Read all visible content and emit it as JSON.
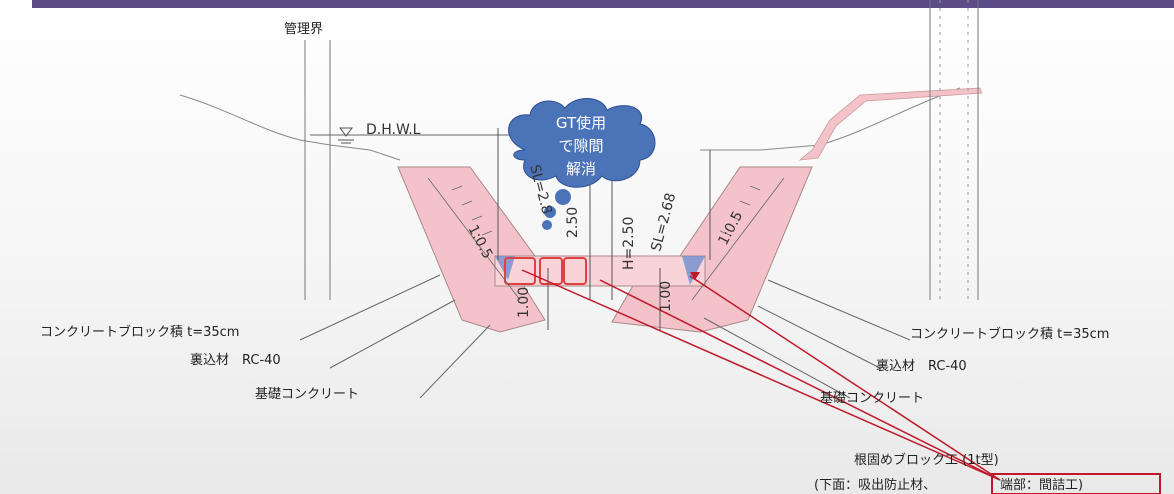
{
  "colors": {
    "header_bar": "#5b4b86",
    "concrete_fill": "#f4c3ca",
    "cloud_fill": "#4a73b8",
    "callout_red": "#c0192b"
  },
  "labels": {
    "management_boundary": "管理界",
    "dhwl": "D.H.W.L",
    "cloud_text": [
      "GT使用",
      "で隙間",
      "解消"
    ],
    "block_left": "コンクリートブロック積 t=35cm",
    "block_right": "コンクリートブロック積 t=35cm",
    "backfill_left": "裏込材　RC-40",
    "backfill_right": "裏込材　RC-40",
    "foundation_left": "基礎コンクリート",
    "foundation_right": "基礎コンクリート",
    "root_block": "根固めブロック工 (1t型)",
    "note_prefix": "(下面：吸出防止材、",
    "note_boxed": "端部：間詰工)",
    "dim_sl_left": "SL=2.8",
    "dim_h_left": "2.50",
    "dim_h_right": "H=2.50",
    "dim_sl_right": "SL=2.68",
    "dim_slope_left": "1:0.5",
    "dim_slope_right": "1:0.5",
    "dim_base_left": "1.00",
    "dim_base_right": "1.00"
  }
}
